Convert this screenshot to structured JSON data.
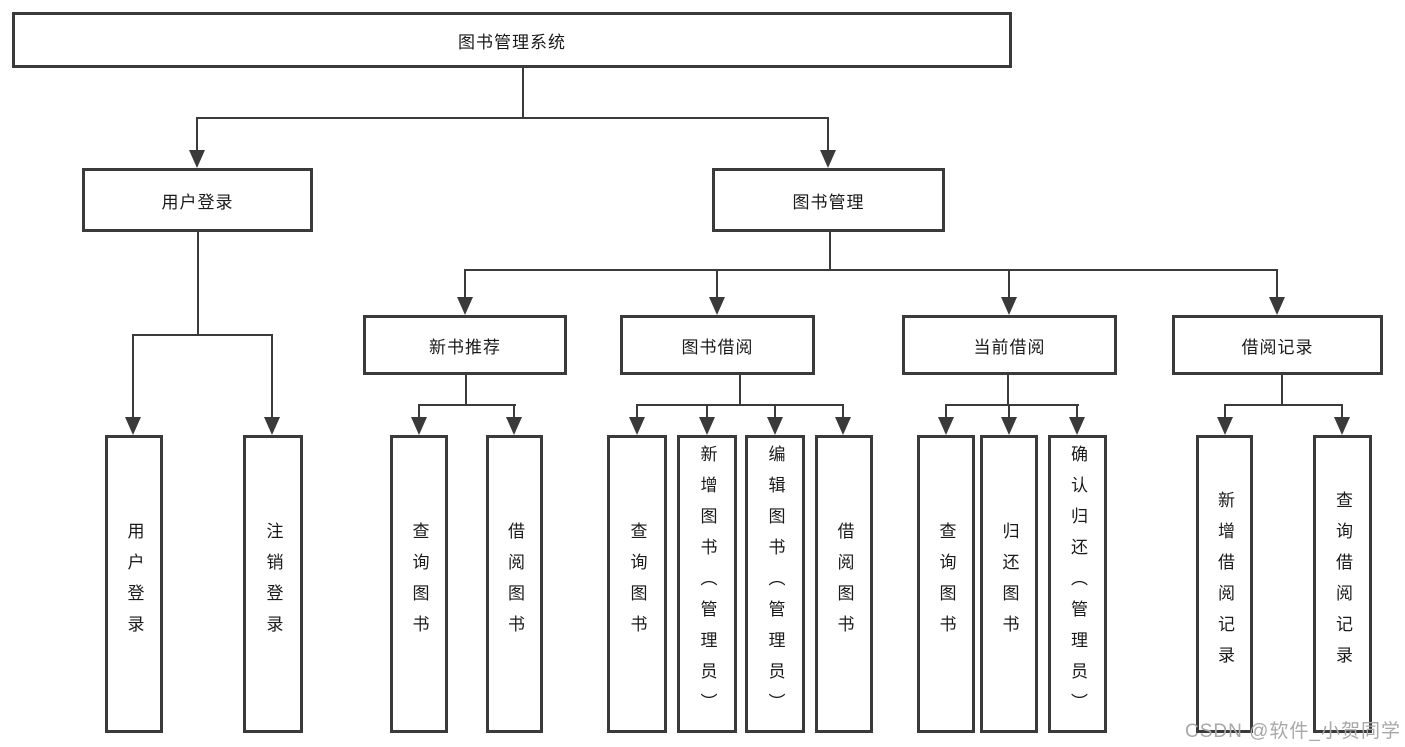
{
  "diagram": {
    "root": {
      "label": "图书管理系统",
      "children": [
        {
          "label": "用户登录",
          "children": [
            {
              "label": "用户登录"
            },
            {
              "label": "注销登录"
            }
          ]
        },
        {
          "label": "图书管理",
          "children": [
            {
              "label": "新书推荐",
              "children": [
                {
                  "label": "查询图书"
                },
                {
                  "label": "借阅图书"
                }
              ]
            },
            {
              "label": "图书借阅",
              "children": [
                {
                  "label": "查询图书"
                },
                {
                  "label": "新增图书（管理员）"
                },
                {
                  "label": "编辑图书（管理员）"
                },
                {
                  "label": "借阅图书"
                }
              ]
            },
            {
              "label": "当前借阅",
              "children": [
                {
                  "label": "查询图书"
                },
                {
                  "label": "归还图书"
                },
                {
                  "label": "确认归还（管理员）"
                }
              ]
            },
            {
              "label": "借阅记录",
              "children": [
                {
                  "label": "新增借阅记录"
                },
                {
                  "label": "查询借阅记录"
                }
              ]
            }
          ]
        }
      ]
    },
    "colors": {
      "line": "#3a3a3a",
      "text": "#1a1a1a",
      "background": "#ffffff",
      "watermark": "#a8a8a8"
    }
  },
  "watermark": {
    "text": "CSDN @软件_小贺同学"
  }
}
